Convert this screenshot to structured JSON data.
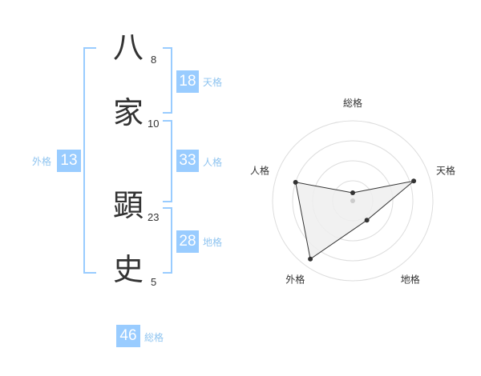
{
  "name": {
    "chars": [
      {
        "char": "八",
        "strokes": "8"
      },
      {
        "char": "家",
        "strokes": "10"
      },
      {
        "char": "顕",
        "strokes": "23"
      },
      {
        "char": "史",
        "strokes": "5"
      }
    ]
  },
  "fortunes": {
    "tenkaku": {
      "label": "天格",
      "value": "18"
    },
    "jinkaku": {
      "label": "人格",
      "value": "33"
    },
    "chikaku": {
      "label": "地格",
      "value": "28"
    },
    "gaikaku": {
      "label": "外格",
      "value": "13"
    },
    "soukaku": {
      "label": "総格",
      "value": "46"
    }
  },
  "colors": {
    "accent": "#99ccff",
    "caption": "#8fc4f0",
    "text": "#333333",
    "grid": "#dddddd",
    "fill": "#efefef"
  },
  "chart_data": {
    "type": "radar",
    "axes": [
      "総格",
      "天格",
      "地格",
      "外格",
      "人格"
    ],
    "values": [
      0.1,
      0.8,
      0.3,
      0.9,
      0.75
    ],
    "rings": 4
  }
}
